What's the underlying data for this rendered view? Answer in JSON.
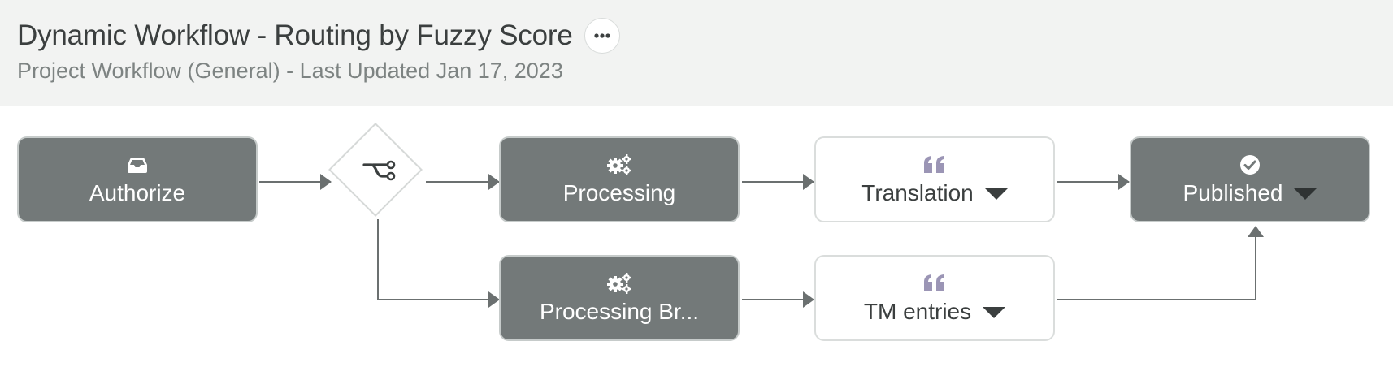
{
  "header": {
    "title": "Dynamic Workflow - Routing by Fuzzy Score",
    "subtitle": "Project Workflow (General) - Last Updated Jan 17, 2023",
    "more_button_icon": "ellipsis-icon"
  },
  "colors": {
    "header_bg": "#f2f3f2",
    "dark_node_bg": "#737979",
    "light_node_bg": "#ffffff",
    "connector": "#6b7070",
    "quote_icon": "#9b95b5"
  },
  "workflow": {
    "gateway": {
      "icon": "branch-icon"
    },
    "nodes": {
      "authorize": {
        "label": "Authorize",
        "icon": "inbox-icon",
        "style": "dark",
        "has_dropdown": false
      },
      "processing": {
        "label": "Processing",
        "icon": "gears-icon",
        "style": "dark",
        "has_dropdown": false
      },
      "translation": {
        "label": "Translation",
        "icon": "quote-icon",
        "style": "light",
        "has_dropdown": true
      },
      "published": {
        "label": "Published",
        "icon": "check-circle-icon",
        "style": "dark",
        "has_dropdown": true
      },
      "processing_br": {
        "label": "Processing Br...",
        "icon": "gears-icon",
        "style": "dark",
        "has_dropdown": false
      },
      "tm_entries": {
        "label": "TM entries",
        "icon": "quote-icon",
        "style": "light",
        "has_dropdown": true
      }
    }
  }
}
